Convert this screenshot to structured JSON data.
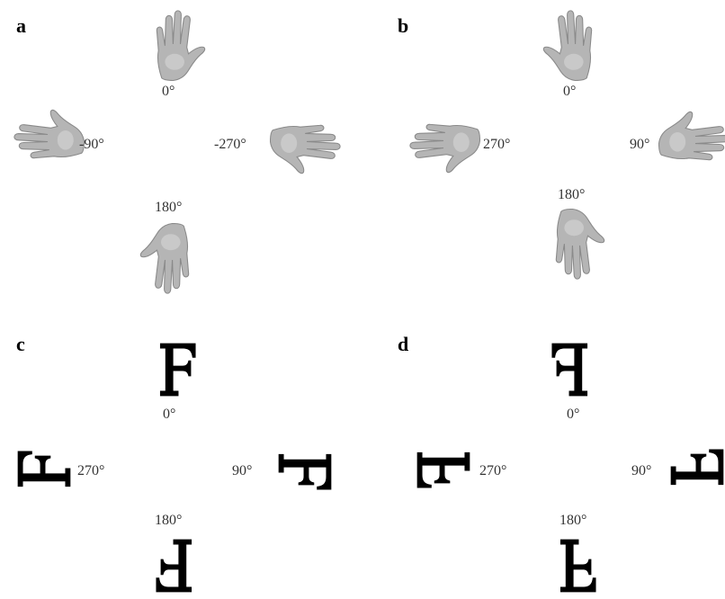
{
  "panels": [
    {
      "letter": "a",
      "labels": {
        "top": "0°",
        "left": "-90°",
        "right": "-270°",
        "bottom": "180°"
      }
    },
    {
      "letter": "b",
      "labels": {
        "top": "0°",
        "left": "270°",
        "right": "90°",
        "bottom": "180°"
      }
    },
    {
      "letter": "c",
      "labels": {
        "top": "0°",
        "left": "270°",
        "right": "90°",
        "bottom": "180°"
      }
    },
    {
      "letter": "d",
      "labels": {
        "top": "0°",
        "left": "270°",
        "right": "90°",
        "bottom": "180°"
      }
    }
  ],
  "colors": {
    "hand": "#b5b5b5",
    "hand_outline": "#8a8a8a",
    "letter_glyph": "#000000",
    "label_text": "#333333"
  },
  "icons": {
    "hand": "hand-icon",
    "letter_f": "letter-f-icon"
  }
}
